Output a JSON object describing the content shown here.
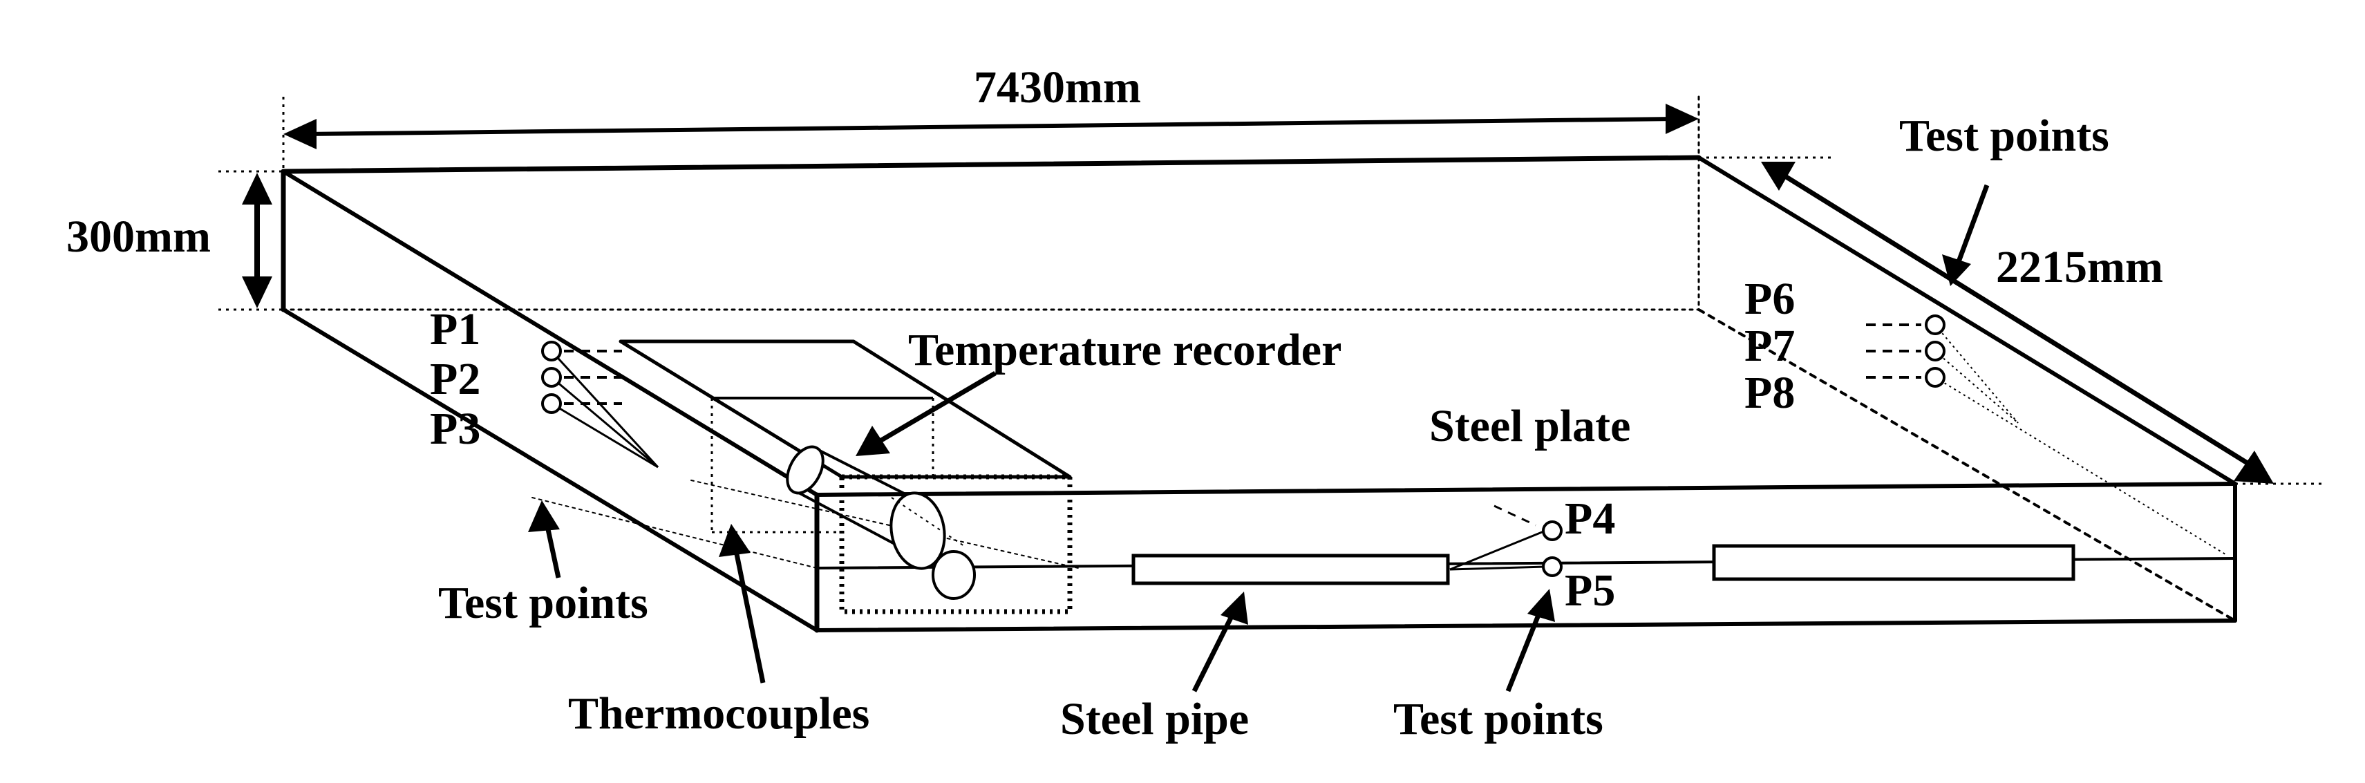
{
  "dimensions": {
    "length": "7430mm",
    "height": "300mm",
    "width": "2215mm"
  },
  "labels": {
    "temperature_recorder": "Temperature recorder",
    "steel_plate": "Steel plate",
    "steel_pipe": "Steel pipe",
    "thermocouples": "Thermocouples",
    "test_points_left": "Test points",
    "test_points_bottom": "Test points",
    "test_points_right": "Test points"
  },
  "points": [
    "P1",
    "P2",
    "P3",
    "P4",
    "P5",
    "P6",
    "P7",
    "P8"
  ],
  "colors": {
    "ink": "#000000",
    "background": "#ffffff"
  }
}
